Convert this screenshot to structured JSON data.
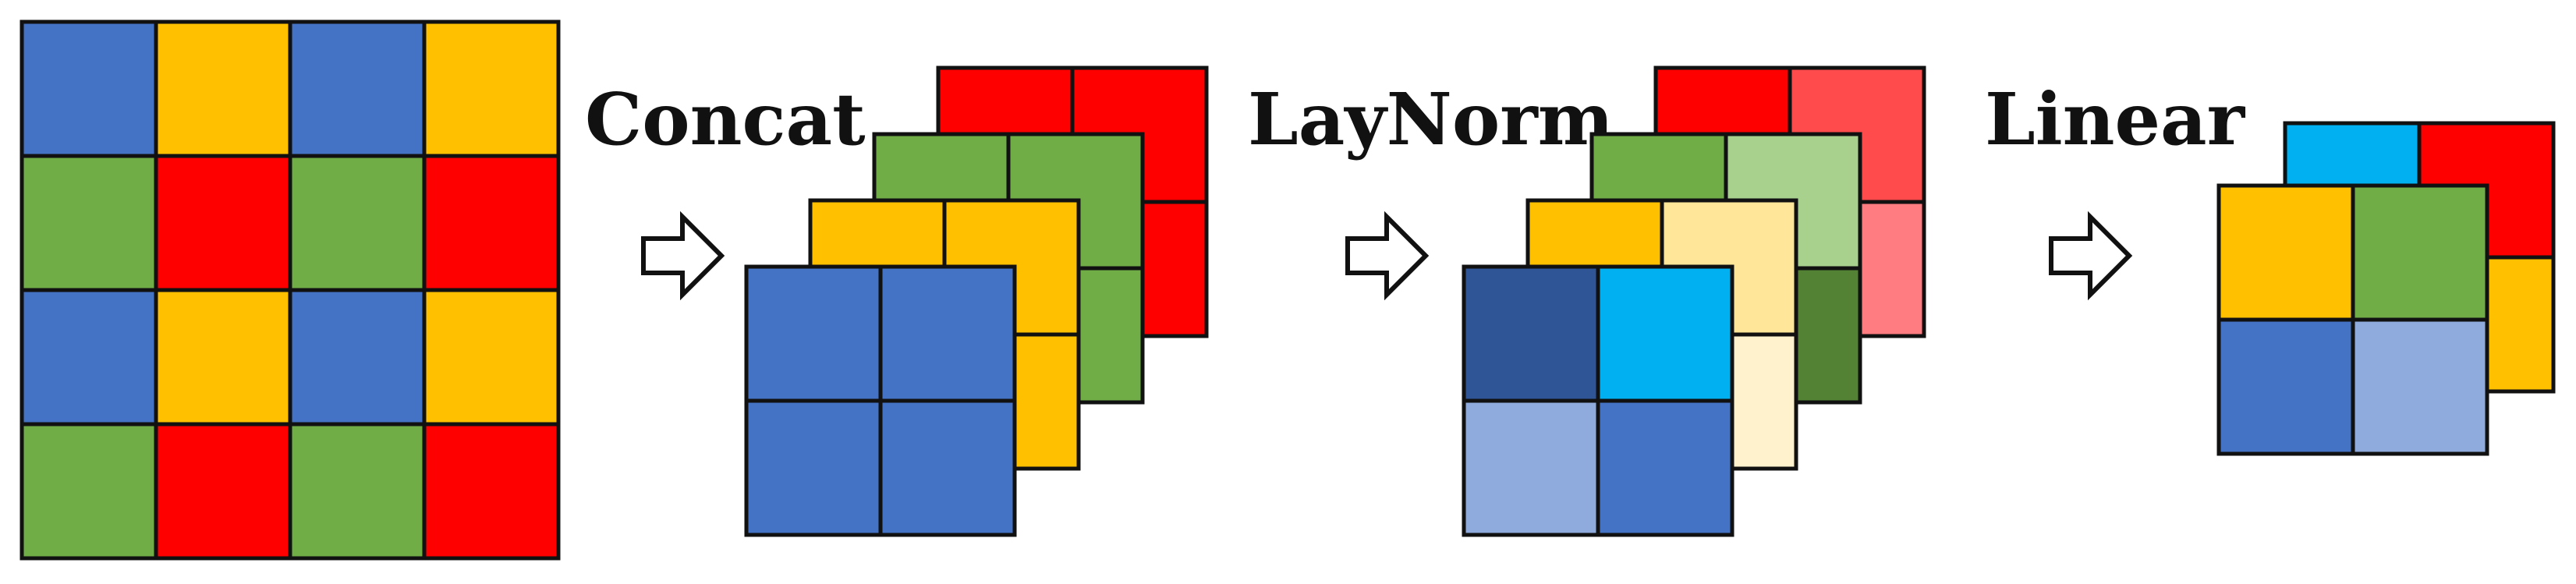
{
  "steps": {
    "concat": "Concat",
    "laynorm": "LayNorm",
    "linear": "Linear"
  },
  "icons": {
    "arrow": "hollow-right-arrow-icon"
  },
  "colors": {
    "blue": "#4472C4",
    "yellow": "#FFC000",
    "green": "#70AD47",
    "red": "#FF0000",
    "dark_blue": "#2F5597",
    "cyan": "#00B0F0",
    "light_blue": "#8FAADC",
    "light_yellow": "#FFE699",
    "pale_yellow": "#FFF2CC",
    "light_green": "#A9D18E",
    "dark_green": "#548235",
    "light_red": "#FF4B4B",
    "pink_red": "#FF7C80",
    "outline": "#111111"
  },
  "input_grid": [
    [
      "blue",
      "yellow",
      "blue",
      "yellow"
    ],
    [
      "green",
      "red",
      "green",
      "red"
    ],
    [
      "blue",
      "yellow",
      "blue",
      "yellow"
    ],
    [
      "green",
      "red",
      "green",
      "red"
    ]
  ],
  "concat_layers": [
    [
      "red",
      "red",
      "red",
      "red"
    ],
    [
      "green",
      "green",
      "green",
      "green"
    ],
    [
      "yellow",
      "yellow",
      "yellow",
      "yellow"
    ],
    [
      "blue",
      "blue",
      "blue",
      "blue"
    ]
  ],
  "laynorm_layers": [
    [
      "red",
      "light_red",
      "red",
      "pink_red"
    ],
    [
      "green",
      "light_green",
      "green",
      "dark_green"
    ],
    [
      "yellow",
      "light_yellow",
      "yellow",
      "pale_yellow"
    ],
    [
      "dark_blue",
      "cyan",
      "light_blue",
      "blue"
    ]
  ],
  "linear_layers": [
    [
      "cyan",
      "red",
      "blue",
      "yellow"
    ],
    [
      "yellow",
      "green",
      "blue",
      "light_blue"
    ]
  ]
}
